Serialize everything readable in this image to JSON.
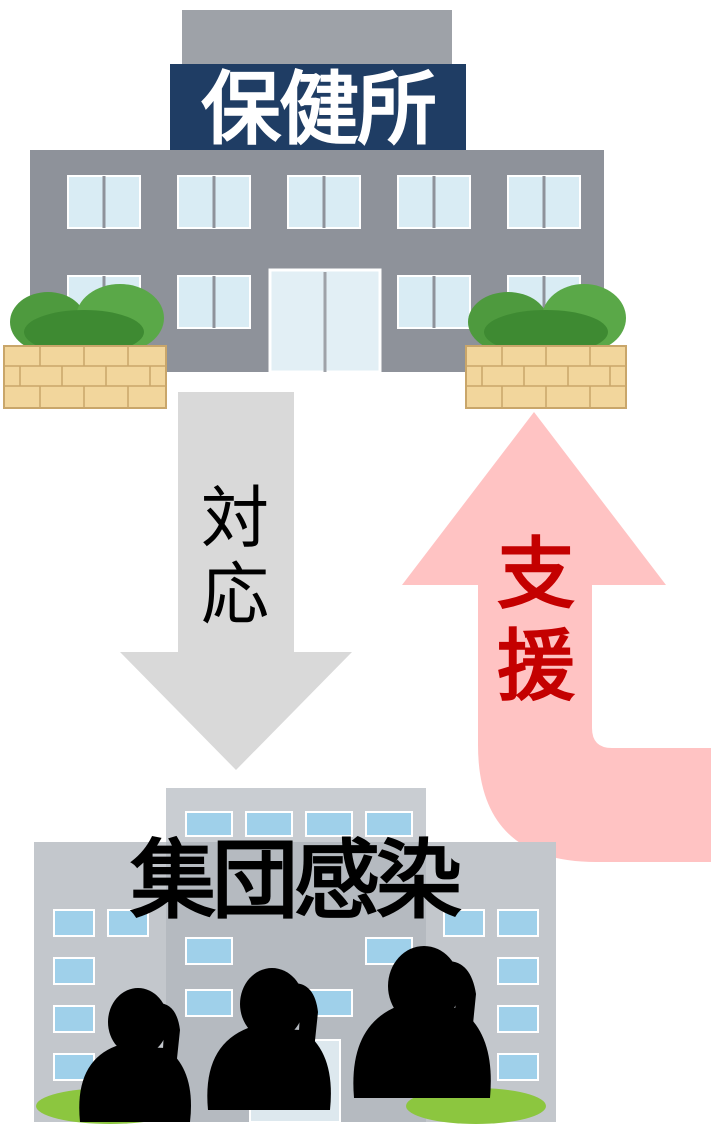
{
  "top_building": {
    "sign": "保健所"
  },
  "down_arrow": {
    "label_chars": [
      "対",
      "応"
    ]
  },
  "up_arrow": {
    "label_chars": [
      "支",
      "援"
    ],
    "label_color": "#c40000",
    "arrow_color": "#ffc3c3"
  },
  "bottom_building": {
    "label": "集団感染"
  },
  "colors": {
    "building_gray": "#8e929a",
    "sign_blue": "#1f3d64",
    "down_arrow_gray": "#d9d9d9"
  }
}
